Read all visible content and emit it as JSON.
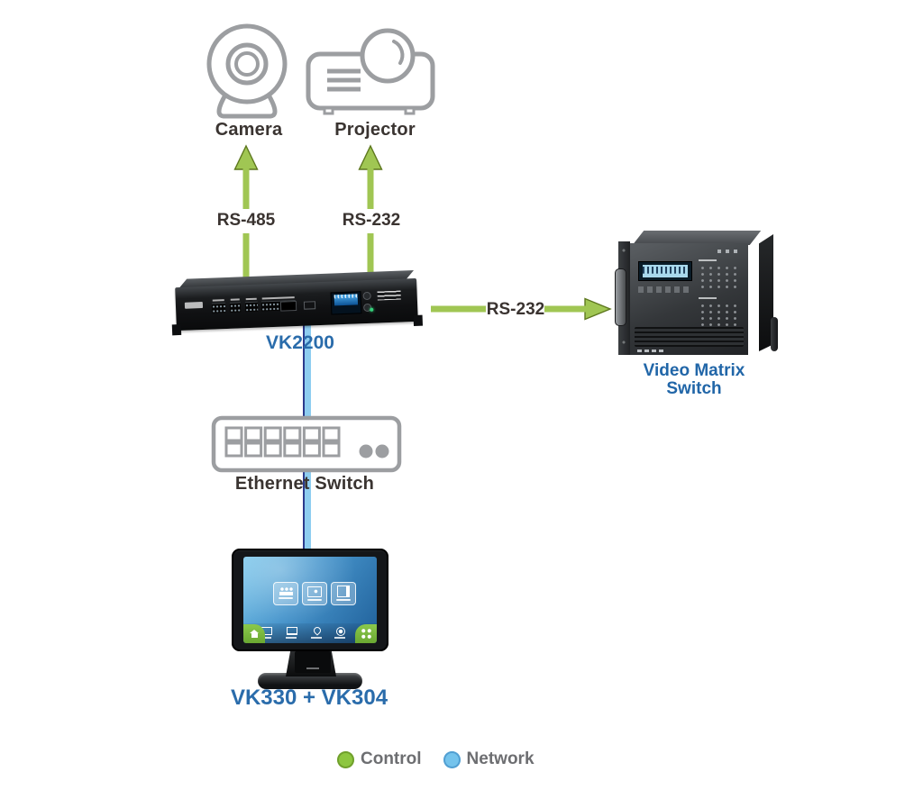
{
  "nodes": {
    "camera": {
      "label": "Camera"
    },
    "projector": {
      "label": "Projector"
    },
    "vk2200": {
      "label": "VK2200"
    },
    "video_matrix_switch": {
      "label_line1": "Video Matrix",
      "label_line2": "Switch"
    },
    "ethernet_switch": {
      "label": "Ethernet Switch"
    },
    "touch_panel": {
      "label": "VK330 + VK304"
    }
  },
  "connections": [
    {
      "id": "vk2200-to-camera",
      "label": "RS-485",
      "type": "control",
      "direction": "up"
    },
    {
      "id": "vk2200-to-projector",
      "label": "RS-232",
      "type": "control",
      "direction": "up"
    },
    {
      "id": "vk2200-to-matrix",
      "label": "RS-232",
      "type": "control",
      "direction": "right"
    },
    {
      "id": "vk2200-to-ethernet",
      "label": "",
      "type": "network",
      "direction": "down"
    },
    {
      "id": "ethernet-to-panel",
      "label": "",
      "type": "network",
      "direction": "down"
    }
  ],
  "legend": [
    {
      "label": "Control",
      "color": "#8dc63f"
    },
    {
      "label": "Network",
      "color": "#74c3ec"
    }
  ],
  "colors": {
    "control_green": "#8dc63f",
    "network_blue_fill": "#8ecdf0",
    "network_blue_edge": "#2b3a8c",
    "device_label_blue": "#2a6cab",
    "dark_text": "#3a3431",
    "legend_text_gray": "#6d6e71",
    "icon_outline_gray": "#9c9ea1"
  }
}
